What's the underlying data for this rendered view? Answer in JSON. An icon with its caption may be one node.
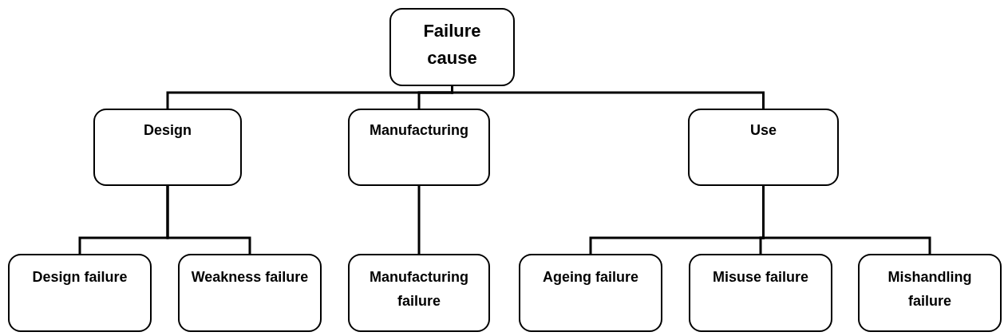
{
  "diagram": {
    "nodes": [
      {
        "text": [
          "Failure cause"
        ]
      },
      {
        "text": [
          "Design"
        ]
      },
      {
        "text": [
          "Manufacturing"
        ]
      },
      {
        "text": [
          "Use"
        ]
      },
      {
        "text": [
          "Design failure"
        ]
      },
      {
        "text": [
          "Weakness failure"
        ]
      },
      {
        "text": [
          "Manufacturing failure"
        ]
      },
      {
        "text": [
          "Ageing failure"
        ]
      },
      {
        "text": [
          "Misuse failure"
        ]
      },
      {
        "text": [
          "Mishandling failure"
        ]
      }
    ],
    "edges": [
      {
        "from": 0,
        "to": 1,
        "arrow": "none"
      },
      {
        "from": 0,
        "to": 2,
        "arrow": "none"
      },
      {
        "from": 0,
        "to": 3,
        "arrow": "none"
      },
      {
        "from": 1,
        "to": 4,
        "arrow": "none"
      },
      {
        "from": 1,
        "to": 5,
        "arrow": "none"
      },
      {
        "from": 2,
        "to": 6,
        "arrow": "none"
      },
      {
        "from": 3,
        "to": 7,
        "arrow": "none"
      },
      {
        "from": 3,
        "to": 8,
        "arrow": "none"
      },
      {
        "from": 3,
        "to": 9,
        "arrow": "none"
      }
    ]
  }
}
